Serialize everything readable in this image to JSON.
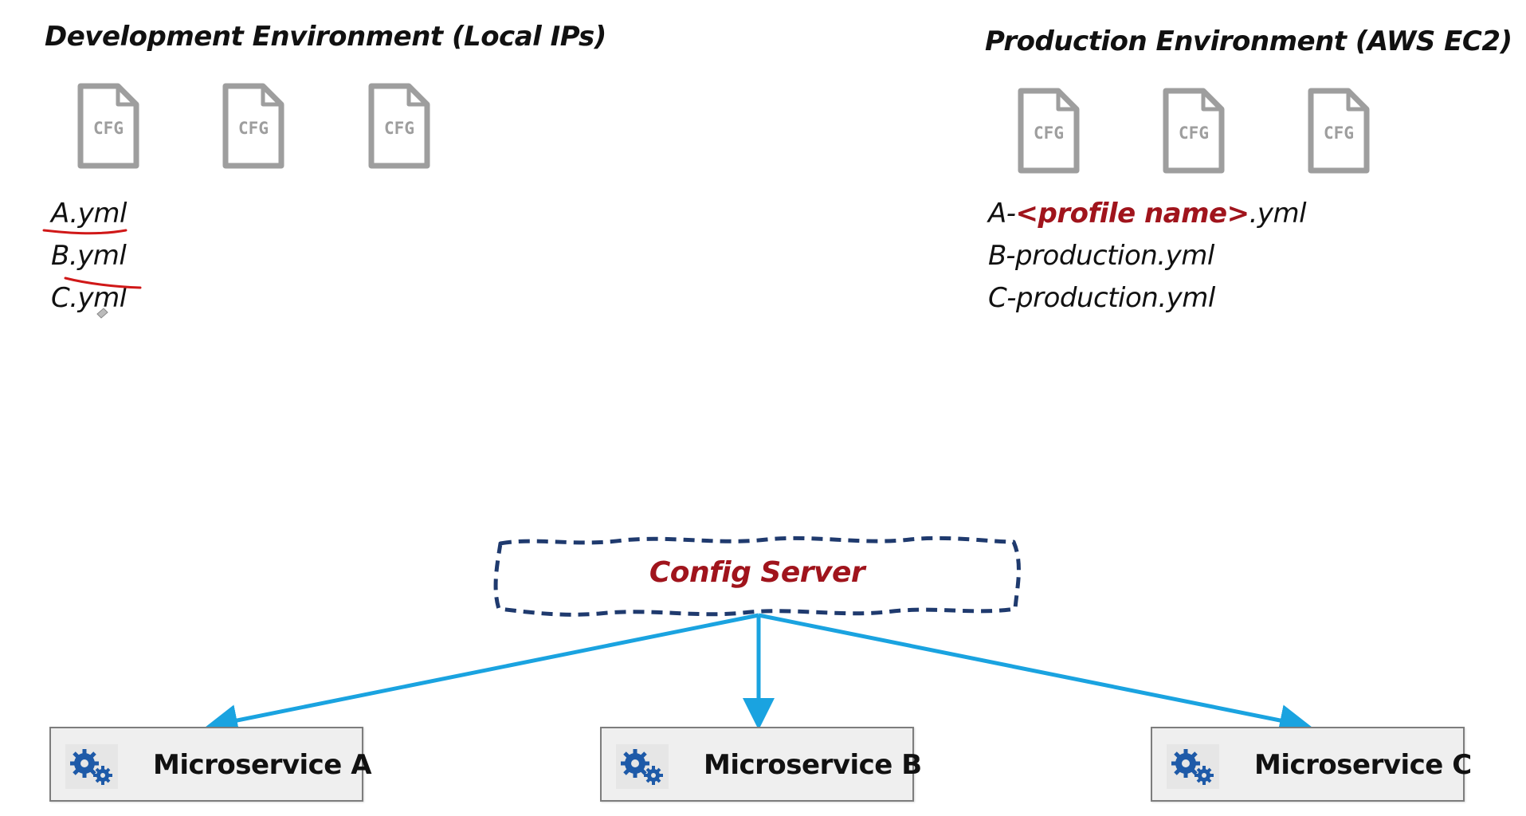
{
  "development": {
    "heading": "Development Environment (Local IPs)",
    "file_icon_label": "CFG",
    "files": [
      "A.yml",
      "B.yml",
      "C.yml"
    ]
  },
  "production": {
    "heading": "Production Environment (AWS EC2)",
    "file_icon_label": "CFG",
    "file_a": {
      "prefix": "A-",
      "profile": "<profile name>",
      "suffix": ".yml"
    },
    "files": [
      "B-production.yml",
      "C-production.yml"
    ]
  },
  "config_server": {
    "label": "Config Server"
  },
  "microservices": [
    {
      "label": "Microservice A",
      "icon": "gears-icon"
    },
    {
      "label": "Microservice B",
      "icon": "gears-icon"
    },
    {
      "label": "Microservice C",
      "icon": "gears-icon"
    }
  ],
  "colors": {
    "accent_red": "#a0141c",
    "arrow_blue": "#1aa3e0",
    "dash_navy": "#1f3a6e",
    "file_gray": "#9e9e9e",
    "gear_blue": "#1e5aa8",
    "annotation_red": "#d01818"
  }
}
